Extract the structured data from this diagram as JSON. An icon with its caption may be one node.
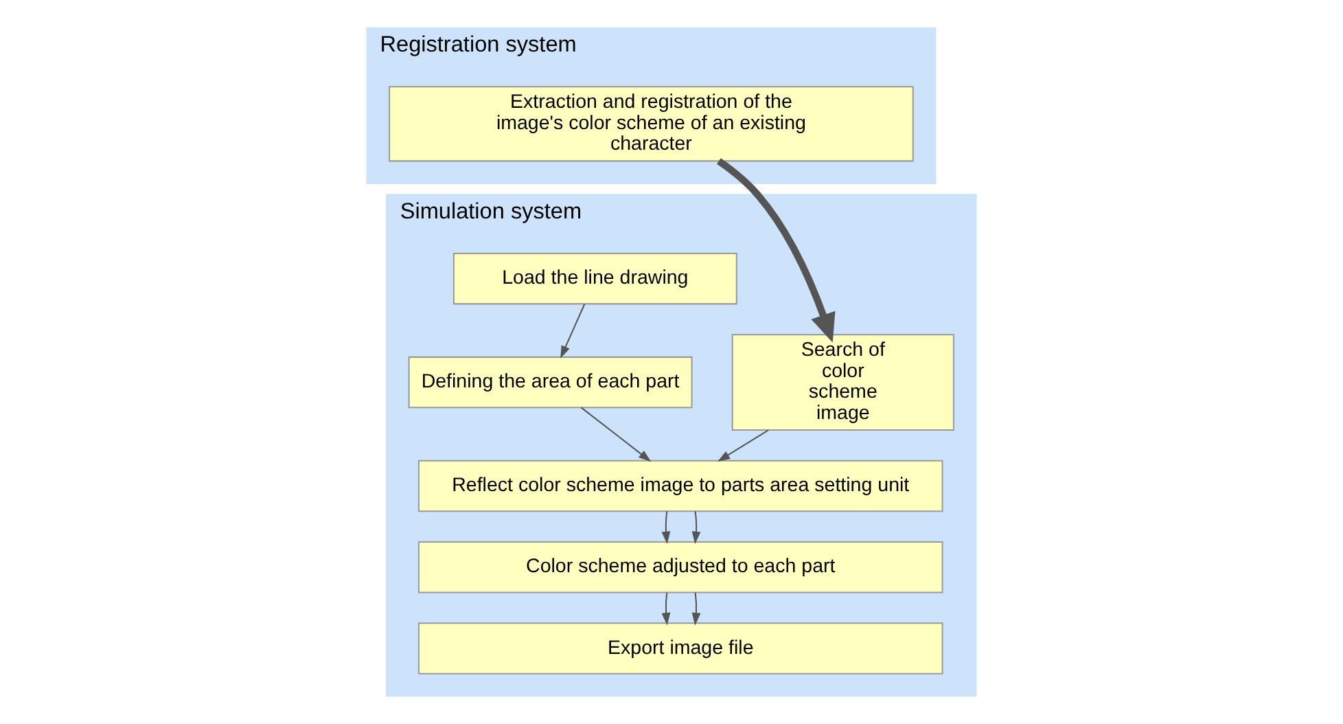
{
  "diagram": {
    "nodes": [
      {
        "text": [
          "Registration system"
        ]
      },
      {
        "text": [
          "Extraction and registration of the image's color scheme of an existing character"
        ],
        "in": 0
      },
      {
        "text": [
          "Simulation system"
        ]
      },
      {
        "text": [
          "Load the line drawing"
        ],
        "in": 2
      },
      {
        "text": [
          "Defining the area of each part"
        ],
        "in": 2
      },
      {
        "text": [
          "Search of color scheme image"
        ],
        "in": 2
      },
      {
        "text": [
          "Reflect color scheme image to parts area setting unit"
        ],
        "in": 2
      },
      {
        "text": [
          "Color scheme adjusted to each part"
        ],
        "in": 2
      },
      {
        "text": [
          "Export image file"
        ],
        "in": 2
      }
    ],
    "edges": [
      {
        "from": 1,
        "to": 5,
        "arrow": "to",
        "style": "thick"
      },
      {
        "from": 3,
        "to": 4,
        "arrow": "to"
      },
      {
        "from": 4,
        "to": 6,
        "arrow": "to"
      },
      {
        "from": 5,
        "to": 6,
        "arrow": "to"
      },
      {
        "from": 6,
        "to": 7,
        "arrow": "to"
      },
      {
        "from": 6,
        "to": 7,
        "arrow": "to"
      },
      {
        "from": 7,
        "to": 8,
        "arrow": "to"
      },
      {
        "from": 7,
        "to": 8,
        "arrow": "to"
      }
    ]
  }
}
